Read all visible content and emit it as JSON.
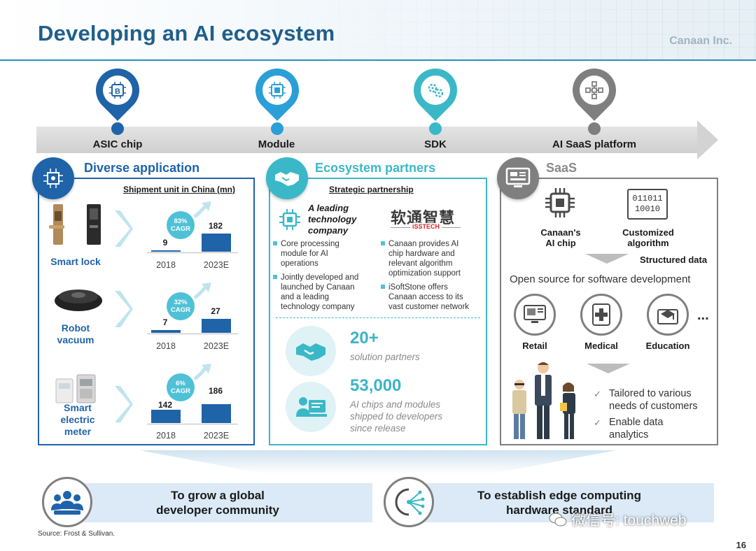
{
  "header": {
    "title": "Developing an AI ecosystem",
    "brand": "Canaan Inc."
  },
  "timeline": {
    "steps": [
      {
        "label": "ASIC chip",
        "icon": "bitcoin-chip-icon",
        "color": "#1f63a8"
      },
      {
        "label": "Module",
        "icon": "cpu-module-icon",
        "color": "#2a9fd8"
      },
      {
        "label": "SDK",
        "icon": "gears-code-icon",
        "color": "#3bb8c7"
      },
      {
        "label": "AI SaaS platform",
        "icon": "network-cubes-icon",
        "color": "#7f7f7f"
      }
    ]
  },
  "diverse": {
    "title": "Diverse application",
    "subtitle": "Shipment unit in China (mn)",
    "items": [
      {
        "label": "Smart lock",
        "cagr_pct": "83%",
        "cagr_word": "CAGR",
        "v2018": "9",
        "v2023": "182",
        "year1": "2018",
        "year2": "2023E"
      },
      {
        "label1": "Robot",
        "label2": "vacuum",
        "cagr_pct": "32%",
        "cagr_word": "CAGR",
        "v2018": "7",
        "v2023": "27",
        "year1": "2018",
        "year2": "2023E"
      },
      {
        "label1": "Smart",
        "label2": "electric",
        "label3": "meter",
        "cagr_pct": "6%",
        "cagr_word": "CAGR",
        "v2018": "142",
        "v2023": "186",
        "year1": "2018",
        "year2": "2023E"
      }
    ]
  },
  "ecosystem": {
    "title": "Ecosystem partners",
    "subtitle": "Strategic partnership",
    "leading_1": "A leading",
    "leading_2": "technology",
    "leading_3": "company",
    "logo_cn": "软通智慧",
    "logo_en": "iSSTECH",
    "left_bullets": [
      [
        "Core processing",
        "module for AI",
        "operations"
      ],
      [
        "Jointly developed and",
        "launched by Canaan",
        "and a leading",
        "technology company"
      ]
    ],
    "right_bullets": [
      [
        "Canaan provides AI",
        "chip hardware and",
        "relevant algorithm",
        "optimization support"
      ],
      [
        "iSoftStone offers",
        "Canaan access to its",
        "vast customer network"
      ]
    ],
    "stat1_num": "20+",
    "stat1_text": "solution partners",
    "stat2_num": "53,000",
    "stat2_line1": "AI chips and modules",
    "stat2_line2": "shipped to developers",
    "stat2_line3": "since release"
  },
  "saas": {
    "title": "SaaS",
    "chip_l1": "Canaan's",
    "chip_l2": "AI chip",
    "algo_l1": "Customized",
    "algo_l2": "algorithm",
    "binary_1": "011011",
    "binary_2": "10010",
    "structured": "Structured data",
    "open_source": "Open source for software development",
    "sectors": [
      "Retail",
      "Medical",
      "Education"
    ],
    "ellipsis": "...",
    "check1_l1": "Tailored to various",
    "check1_l2": "needs of customers",
    "check2_l1": "Enable data",
    "check2_l2": "analytics"
  },
  "goals": {
    "g1_l1": "To grow a global",
    "g1_l2": "developer community",
    "g2_l1": "To establish edge computing",
    "g2_l2": "hardware standard"
  },
  "footer": {
    "source": "Source: Frost & Sullivan.",
    "page": "16"
  },
  "watermark": {
    "text": "微信号: touchweb"
  },
  "colors": {
    "dark_blue": "#1f63a8",
    "teal": "#3bb8c7",
    "gray": "#7f7f7f",
    "title": "#1f5f8b"
  }
}
